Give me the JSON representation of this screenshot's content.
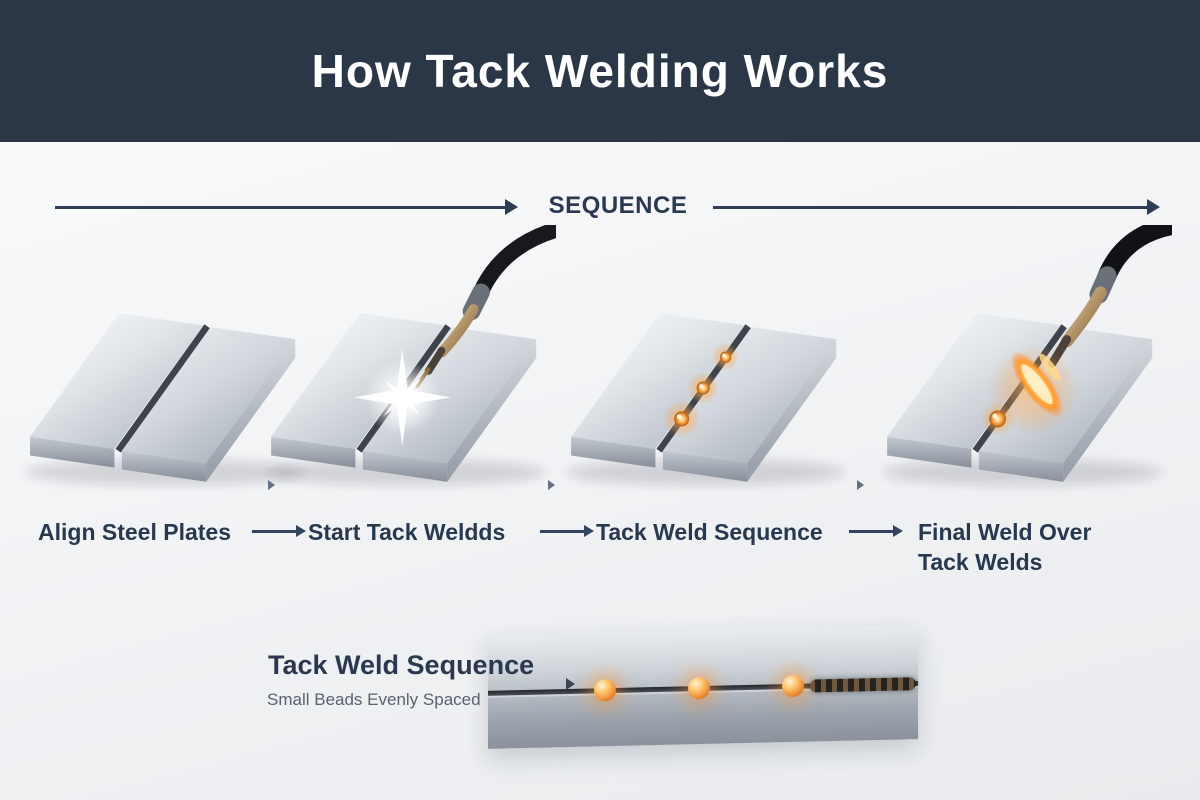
{
  "header": {
    "title": "How Tack Welding Works"
  },
  "sequence_label": "SEQUENCE",
  "steps": [
    {
      "label": "Align Steel Plates"
    },
    {
      "label": "Start Tack Weldds"
    },
    {
      "label": "Tack Weld Sequence"
    },
    {
      "label": "Final Weld Over Tack Welds"
    }
  ],
  "closeup": {
    "title": "Tack Weld Sequence",
    "subtitle": "Small Beads Evenly Spaced"
  },
  "colors": {
    "header_bg": "#2b3747",
    "accent_navy": "#2e3d55",
    "bead_orange": "#ec8a2f",
    "steel_light": "#e2e6ea",
    "steel_dark": "#8b929c"
  }
}
